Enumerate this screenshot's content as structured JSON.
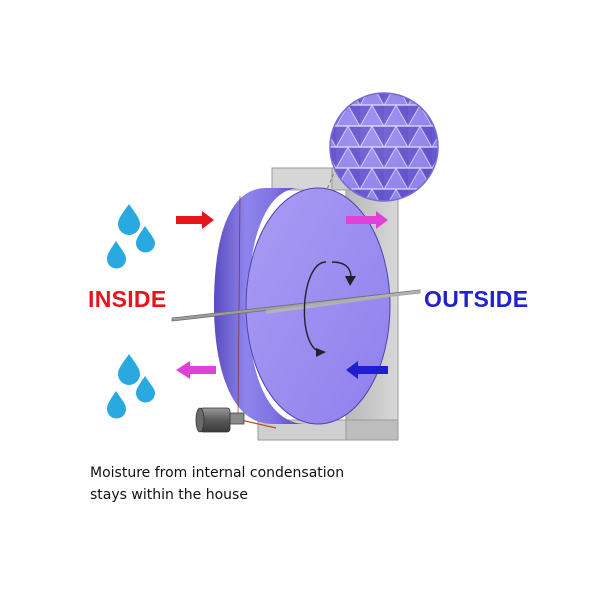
{
  "labels": {
    "inside": "INSIDE",
    "outside": "OUTSIDE"
  },
  "caption": {
    "line1": "Moisture from internal condensation",
    "line2": "stays within the house"
  },
  "colors": {
    "inside_arrow": "#e8141c",
    "supply_arrow": "#e040d8",
    "outside_arrow": "#1f1fd0",
    "wheel": "#9a8cf0",
    "housing": "#c8c8c8",
    "water_drop": "#2aa8e0"
  },
  "icons": [
    "water-drop-icon",
    "arrow-right-icon",
    "arrow-left-icon",
    "rotation-icon",
    "motor-icon",
    "honeycomb-magnifier-icon"
  ]
}
